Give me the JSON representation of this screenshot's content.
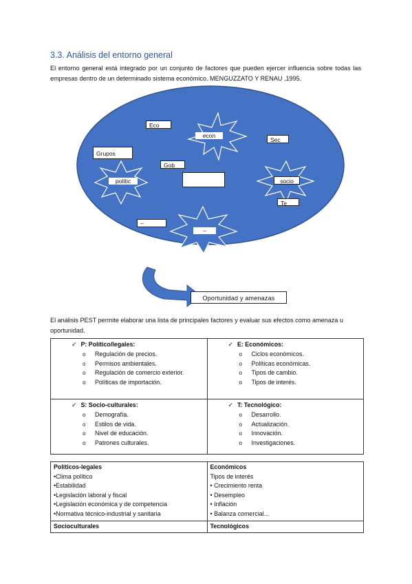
{
  "section": {
    "heading": "3.3. Análisis del entorno general",
    "intro": "El entorno general está integrado por un conjunto de factores que pueden ejercer influencia sobre todas las empresas dentro de un determinado sistema económico. MENGUZZATO Y RENAU ,1995."
  },
  "diagram": {
    "colors": {
      "ellipse": "#4472c4",
      "ellipse_border": "#2f528f",
      "arrow": "#4472c4"
    },
    "box_labels": [
      "Eco",
      "Sec",
      "Grupos",
      "Gob",
      "",
      "Te",
      "–"
    ],
    "star_labels": [
      "econ",
      "polític",
      "socio",
      "–"
    ],
    "result": "Oportunidad y amenazas"
  },
  "pest_intro": "El análisis PEST permite elaborar una lista de principales factores y evaluar sus efectos como amenaza u oportunidad.",
  "pest": {
    "check_mark": "✓",
    "political": {
      "title": "P: Político/legales:",
      "items": [
        "Regulación de precios.",
        "Permisos ambientales.",
        "Regulación de comercio exterior.",
        "Políticas de importación."
      ]
    },
    "economic": {
      "title": "E: Económicos:",
      "items": [
        "Ciclos económicos.",
        "Políticas económicas.",
        "Tipos de cambio.",
        "Tipos de interés."
      ]
    },
    "social": {
      "title": "S: Socio-culturales:",
      "items": [
        "Demografía.",
        "Estilos de vida.",
        "Nivel de educación.",
        "Patrones culturales."
      ]
    },
    "technological": {
      "title": "T: Tecnológico:",
      "items": [
        "Desarrollo.",
        "Actualización.",
        "Innovación.",
        "Investigaciones."
      ]
    }
  },
  "summary": {
    "left_title": "Políticos-legales",
    "left_items": [
      "•Clima político",
      "•Estabilidad",
      "•Legislación laboral y fiscal",
      "•Legislación económica y de competencia",
      "•Normativa técnico-industrial y sanitaria"
    ],
    "right_title": "Económicos",
    "right_subtitle": "Tipos de interés",
    "right_items": [
      "• Crecimiento renta",
      "• Desempleo",
      "• Inflación",
      "• Balanza comercial..."
    ],
    "bottom_left": "Socioculturales",
    "bottom_right": "Tecnológicos"
  }
}
